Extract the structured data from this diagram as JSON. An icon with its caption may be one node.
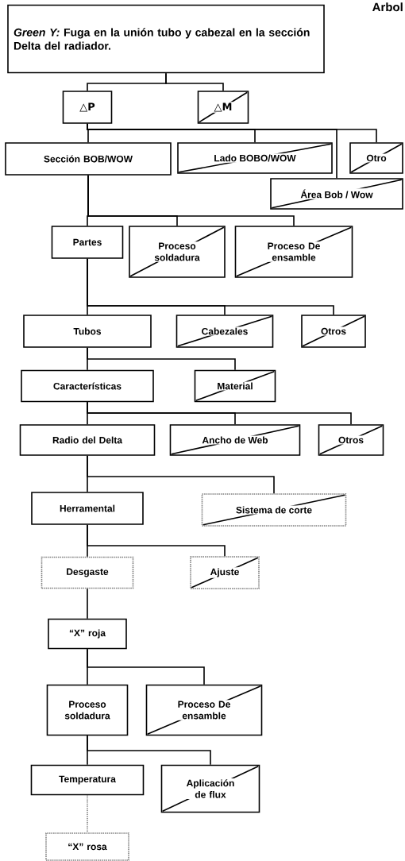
{
  "diagram": {
    "title": "Arbol",
    "nodes": [
      {
        "text": [
          "*Green Y:* Fuga en la unión tubo y cabezal en la sección Delta del radiador."
        ]
      },
      {
        "text": [
          "△P"
        ]
      },
      {
        "text": [
          "△M"
        ]
      },
      {
        "text": [
          "Sección BOB/WOW"
        ]
      },
      {
        "text": [
          "Lado BOBO/WOW"
        ]
      },
      {
        "text": [
          "Otro"
        ]
      },
      {
        "text": [
          "Área Bob / Wow"
        ]
      },
      {
        "text": [
          "Partes"
        ]
      },
      {
        "text": [
          "Proceso soldadura"
        ]
      },
      {
        "text": [
          "Proceso De ensamble"
        ]
      },
      {
        "text": [
          "Tubos"
        ]
      },
      {
        "text": [
          "Cabezales"
        ]
      },
      {
        "text": [
          "Otros"
        ]
      },
      {
        "text": [
          "Características"
        ]
      },
      {
        "text": [
          "Material"
        ]
      },
      {
        "text": [
          "Radio del Delta"
        ]
      },
      {
        "text": [
          "Ancho de Web"
        ]
      },
      {
        "text": [
          "Otros"
        ]
      },
      {
        "text": [
          "Herramental"
        ]
      },
      {
        "text": [
          "Sistema de corte"
        ]
      },
      {
        "text": [
          "Desgaste"
        ]
      },
      {
        "text": [
          "Ajuste"
        ]
      },
      {
        "text": [
          "“X” roja"
        ]
      },
      {
        "text": [
          "Proceso soldadura"
        ]
      },
      {
        "text": [
          "Proceso De ensamble"
        ]
      },
      {
        "text": [
          "Temperatura"
        ]
      },
      {
        "text": [
          "Aplicación de flux"
        ]
      },
      {
        "text": [
          "“X” rosa"
        ]
      }
    ],
    "edges": [
      {
        "from": 0,
        "to": 1,
        "arrow": "none"
      },
      {
        "from": 0,
        "to": 2,
        "arrow": "none"
      },
      {
        "from": 1,
        "to": 3,
        "arrow": "none"
      },
      {
        "from": 1,
        "to": 4,
        "arrow": "none"
      },
      {
        "from": 1,
        "to": 5,
        "arrow": "none"
      },
      {
        "from": 1,
        "to": 6,
        "arrow": "none"
      },
      {
        "from": 3,
        "to": 7,
        "arrow": "none"
      },
      {
        "from": 3,
        "to": 8,
        "arrow": "none"
      },
      {
        "from": 3,
        "to": 9,
        "arrow": "none"
      },
      {
        "from": 7,
        "to": 10,
        "arrow": "none"
      },
      {
        "from": 7,
        "to": 11,
        "arrow": "none"
      },
      {
        "from": 7,
        "to": 12,
        "arrow": "none"
      },
      {
        "from": 10,
        "to": 13,
        "arrow": "none"
      },
      {
        "from": 10,
        "to": 14,
        "arrow": "none"
      },
      {
        "from": 13,
        "to": 15,
        "arrow": "none"
      },
      {
        "from": 13,
        "to": 16,
        "arrow": "none"
      },
      {
        "from": 13,
        "to": 17,
        "arrow": "none"
      },
      {
        "from": 15,
        "to": 18,
        "arrow": "none"
      },
      {
        "from": 15,
        "to": 19,
        "arrow": "none"
      },
      {
        "from": 18,
        "to": 20,
        "arrow": "none"
      },
      {
        "from": 18,
        "to": 21,
        "arrow": "none"
      },
      {
        "from": 20,
        "to": 22,
        "arrow": "none"
      },
      {
        "from": 22,
        "to": 23,
        "arrow": "none"
      },
      {
        "from": 22,
        "to": 24,
        "arrow": "none"
      },
      {
        "from": 23,
        "to": 25,
        "arrow": "none"
      },
      {
        "from": 23,
        "to": 26,
        "arrow": "none"
      },
      {
        "from": 25,
        "to": 27,
        "arrow": "none",
        "style": "dashed",
        "color": "#808080"
      }
    ]
  }
}
